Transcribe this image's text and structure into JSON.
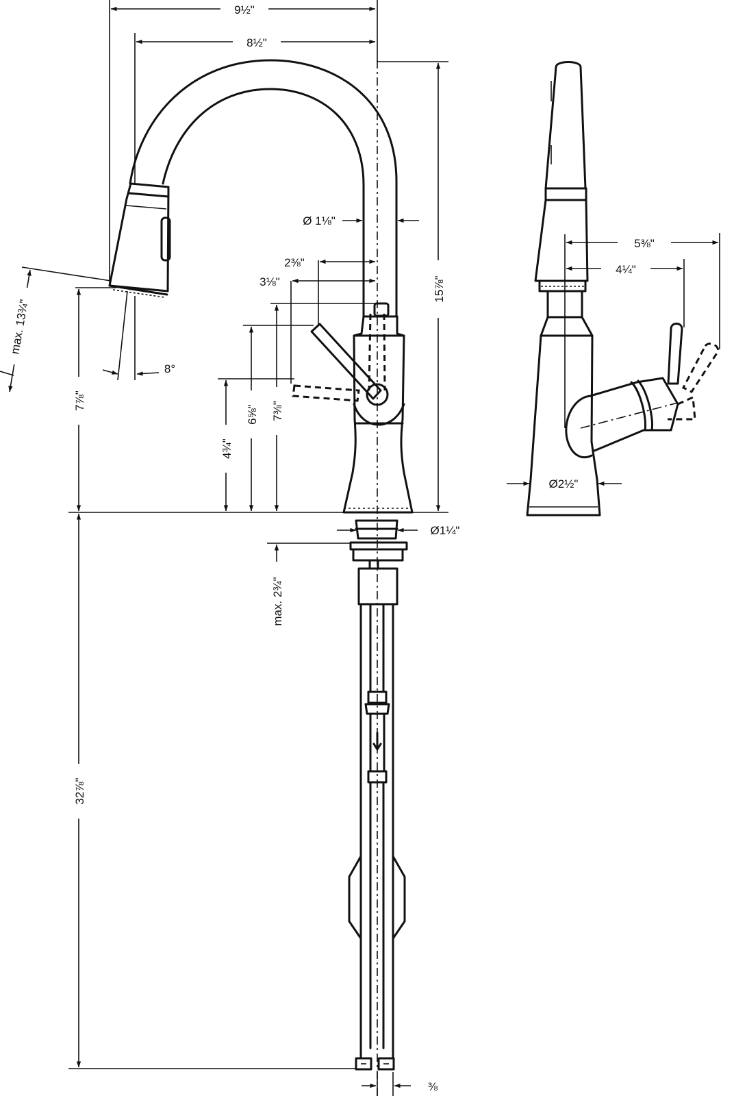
{
  "dimensions": {
    "overall_width": "9½\"",
    "spout_reach": "8½\"",
    "spout_tube_diameter": "Ø 1⅛\"",
    "total_height": "15⅞\"",
    "lever_offset_small": "2⅜\"",
    "lever_offset_large": "3⅛\"",
    "max_pullout": "max. 13¾\"",
    "spray_angle": "8°",
    "spout_clearance": "7⅞\"",
    "lever_height_1": "4¾\"",
    "lever_height_2": "6⅝\"",
    "lever_height_3": "7⅜\"",
    "shank_diameter": "Ø1¼\"",
    "max_deck_thickness": "max. 2¾\"",
    "supply_length": "32⅞\"",
    "connection_size": "⅜",
    "side_lever_reach_1": "5⅜\"",
    "side_lever_reach_2": "4¼\"",
    "base_diameter": "Ø2½\""
  },
  "colors": {
    "line": "#111111",
    "background": "#ffffff"
  }
}
